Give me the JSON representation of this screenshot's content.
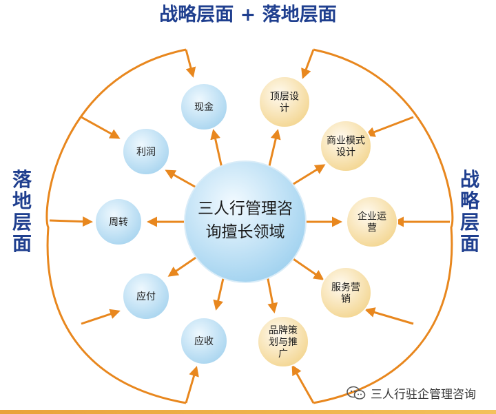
{
  "title": "战略层面 + 落地层面",
  "left_side_label": "落地层面",
  "right_side_label": "战略层面",
  "center": {
    "line1": "三人行管理咨",
    "line2": "询擅长领域"
  },
  "left_nodes": [
    {
      "id": "cash",
      "lines": [
        "现金"
      ]
    },
    {
      "id": "profit",
      "lines": [
        "利润"
      ]
    },
    {
      "id": "turnover",
      "lines": [
        "周转"
      ]
    },
    {
      "id": "payable",
      "lines": [
        "应付"
      ]
    },
    {
      "id": "receivable",
      "lines": [
        "应收"
      ]
    }
  ],
  "right_nodes": [
    {
      "id": "top-design",
      "lines": [
        "顶层设",
        "计"
      ]
    },
    {
      "id": "business-model",
      "lines": [
        "商业模式",
        "设计"
      ]
    },
    {
      "id": "operation",
      "lines": [
        "企业运",
        "营"
      ]
    },
    {
      "id": "service-marketing",
      "lines": [
        "服务营",
        "销"
      ]
    },
    {
      "id": "brand",
      "lines": [
        "品牌策",
        "划与推",
        "广"
      ]
    }
  ],
  "watermark": "三人行驻企管理咨询",
  "colors": {
    "title": "#1f3f8f",
    "arrow": "#e8871e",
    "left_node": "#bfe0f4",
    "right_node": "#f7e3b2",
    "center": "#a9d7f1",
    "text": "#1a1a1a"
  },
  "icons": [
    "wechat-icon"
  ]
}
